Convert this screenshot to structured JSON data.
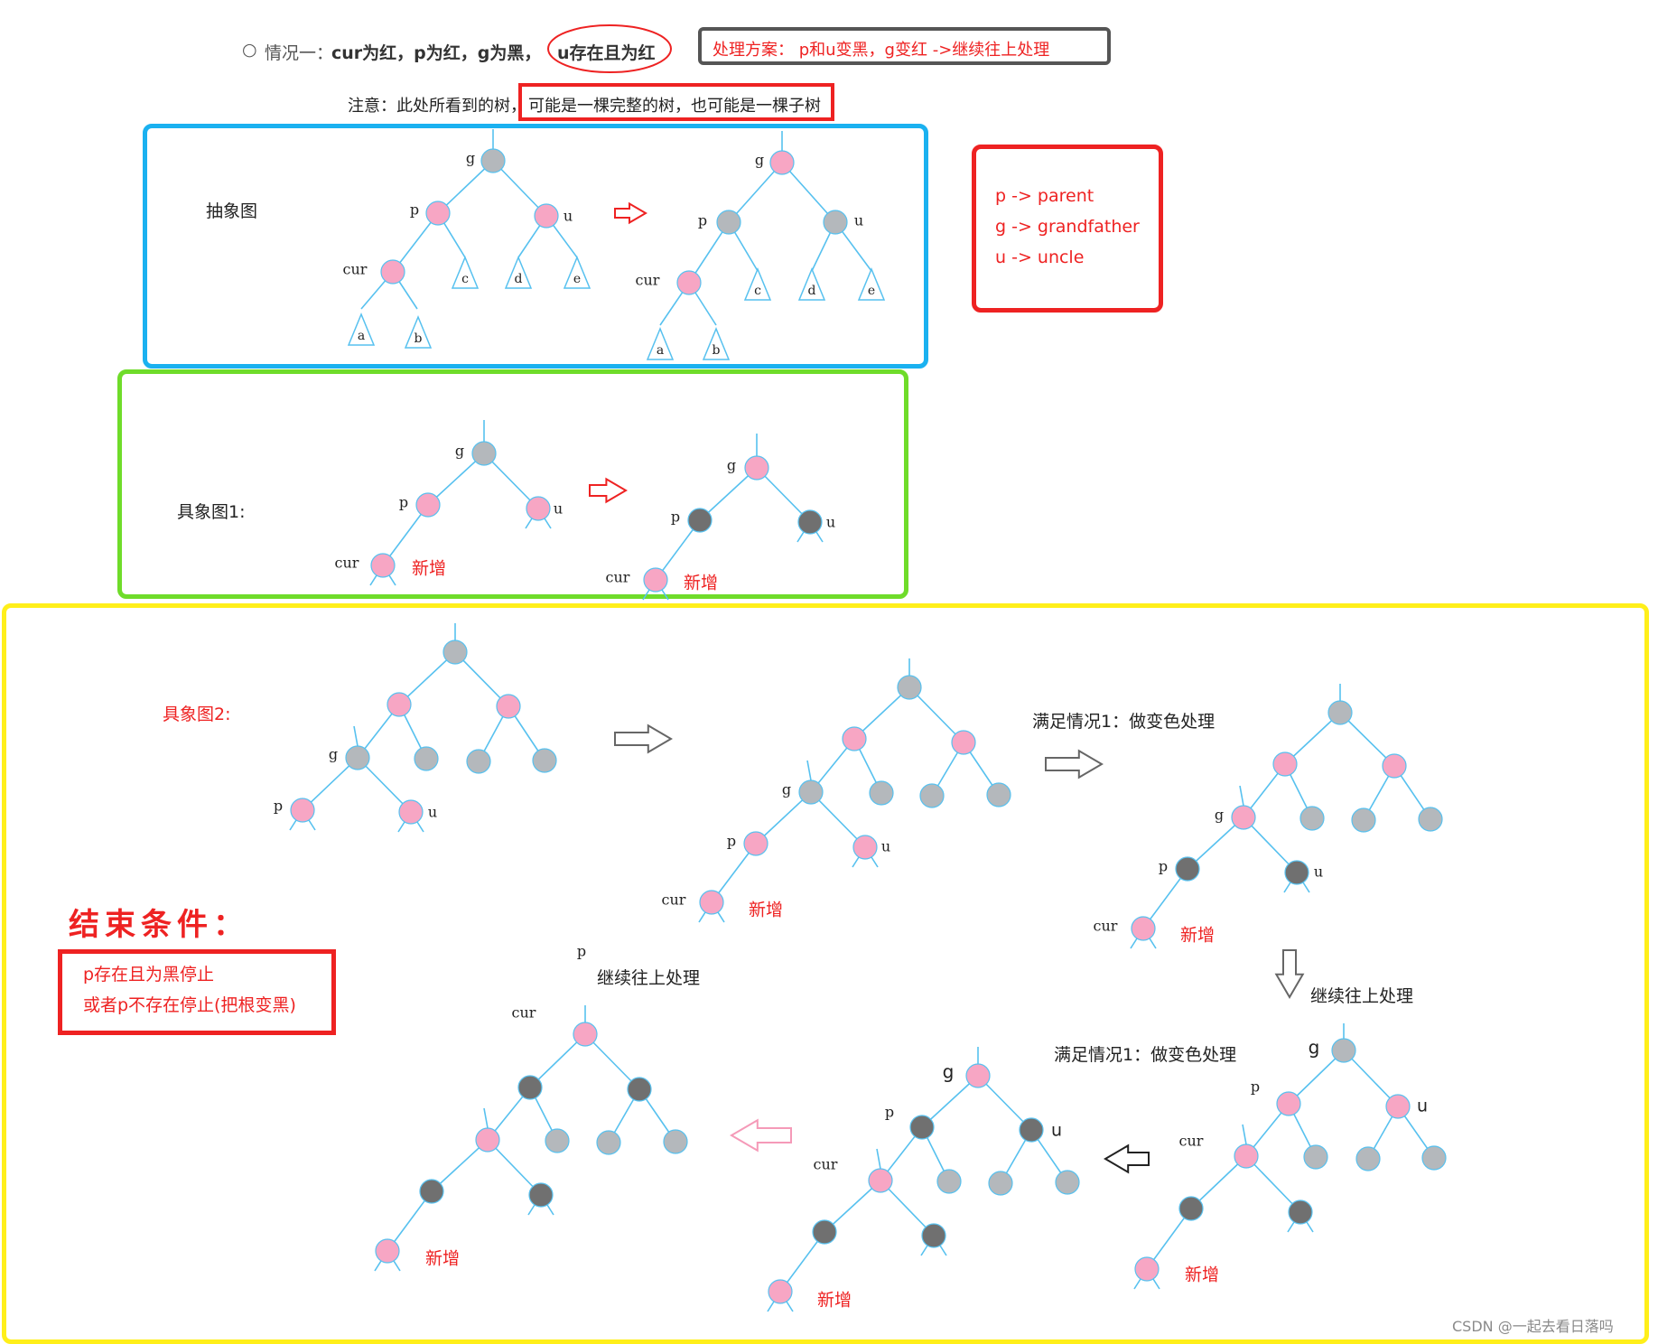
{
  "header": {
    "bullet": "○",
    "case_prefix": "情况一：",
    "case_text": "cur为红，p为红，g为黑，",
    "case_highlight": "u存在且为红",
    "solution": "处理方案：  p和u变黑，g变红  ->继续往上处理"
  },
  "note": {
    "prefix": "注意：此处所看到的树，",
    "highlight": "可能是一棵完整的树，也可能是一棵子树"
  },
  "legend": {
    "lines": [
      "p -> parent",
      "g -> grandfather",
      "u -> uncle"
    ]
  },
  "abstract": {
    "label": "抽象图",
    "node_g": "g",
    "node_p": "p",
    "node_u": "u",
    "node_cur": "cur",
    "subtrees": [
      "a",
      "b",
      "c",
      "d",
      "e"
    ]
  },
  "concrete1": {
    "label": "具象图1:",
    "node_g": "g",
    "node_p": "p",
    "node_u": "u",
    "node_cur": "cur",
    "new_node": "新增"
  },
  "concrete2": {
    "label": "具象图2:",
    "node_g": "g",
    "node_p": "p",
    "node_u": "u",
    "node_cur": "cur",
    "new_node": "新增",
    "step_case1": "满足情况1：做变色处理",
    "continue_up": "继续往上处理"
  },
  "end_condition": {
    "title": "结束条件：",
    "rules": [
      "p存在且为黑停止",
      "或者p不存在停止(把根变黑)"
    ]
  },
  "watermark": "CSDN @一起去看日落吗",
  "colors": {
    "red_node": "#f7a6c4",
    "black_node": "#707070",
    "gray_node": "#b4b8bc",
    "edge": "#57c1ef",
    "box_blue": "#1ab1f0",
    "box_green": "#6fdc2a",
    "box_yellow": "#ffef1a",
    "box_red": "#ee2222",
    "box_dark": "#555555",
    "text_red": "#ee2222"
  }
}
